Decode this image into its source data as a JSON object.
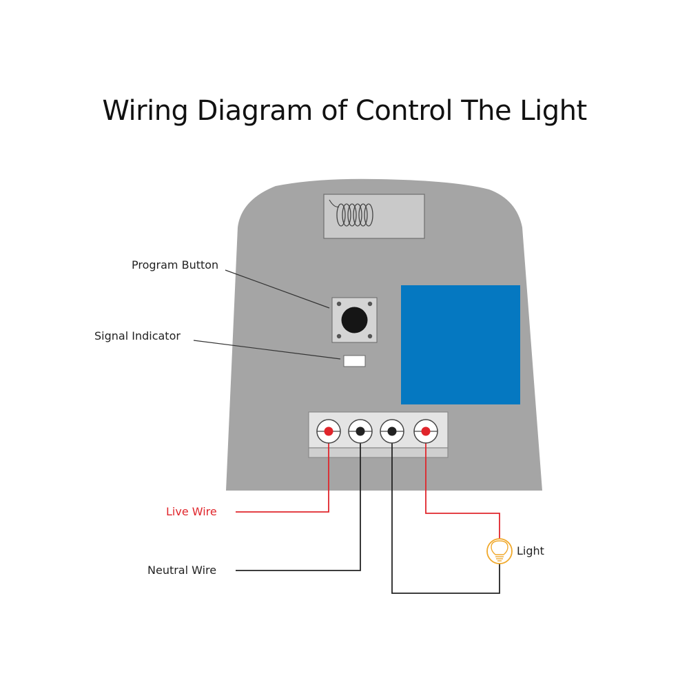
{
  "title": "Wiring Diagram of Control The Light",
  "labels": {
    "program_button": "Program Button",
    "signal_indicator": "Signal Indicator",
    "live_wire": "Live Wire",
    "neutral_wire": "Neutral Wire",
    "light": "Light"
  },
  "colors": {
    "housing": "#a5a5a5",
    "module": "#0578c1",
    "live": "#e0252b",
    "neutral": "#222222",
    "light_icon": "#f0a82a",
    "terminal_block": "#e4e4e4"
  },
  "terminals": [
    {
      "name": "terminal-1",
      "wire": "live"
    },
    {
      "name": "terminal-2",
      "wire": "neutral"
    },
    {
      "name": "terminal-3",
      "wire": "neutral"
    },
    {
      "name": "terminal-4",
      "wire": "live"
    }
  ]
}
